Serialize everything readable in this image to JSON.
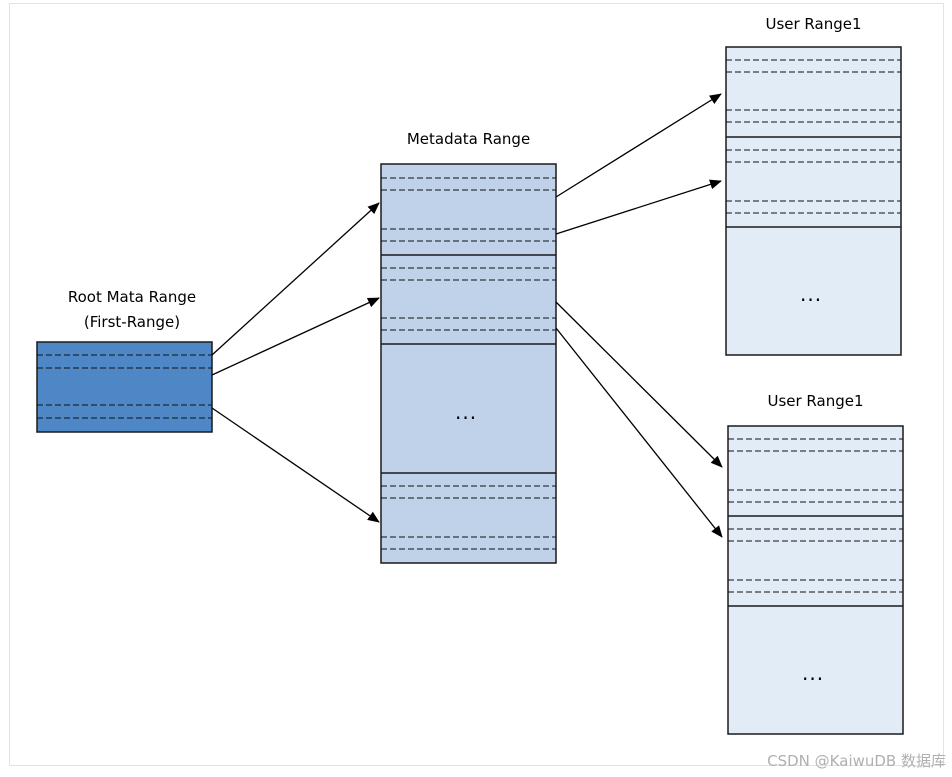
{
  "root": {
    "title_line1": "Root Mata Range",
    "title_line2": "(First-Range)"
  },
  "metadata": {
    "title": "Metadata Range",
    "ellipsis": "..."
  },
  "user_top": {
    "title": "User Range1",
    "ellipsis": "..."
  },
  "user_bottom": {
    "title": "User Range1",
    "ellipsis": "..."
  },
  "watermark": "CSDN @KaiwuDB 数据库",
  "colors": {
    "root_fill": "#4f86c6",
    "metadata_fill": "#c0d2ea",
    "user_fill": "#e2ecf7",
    "stroke": "#1a1a1a"
  }
}
